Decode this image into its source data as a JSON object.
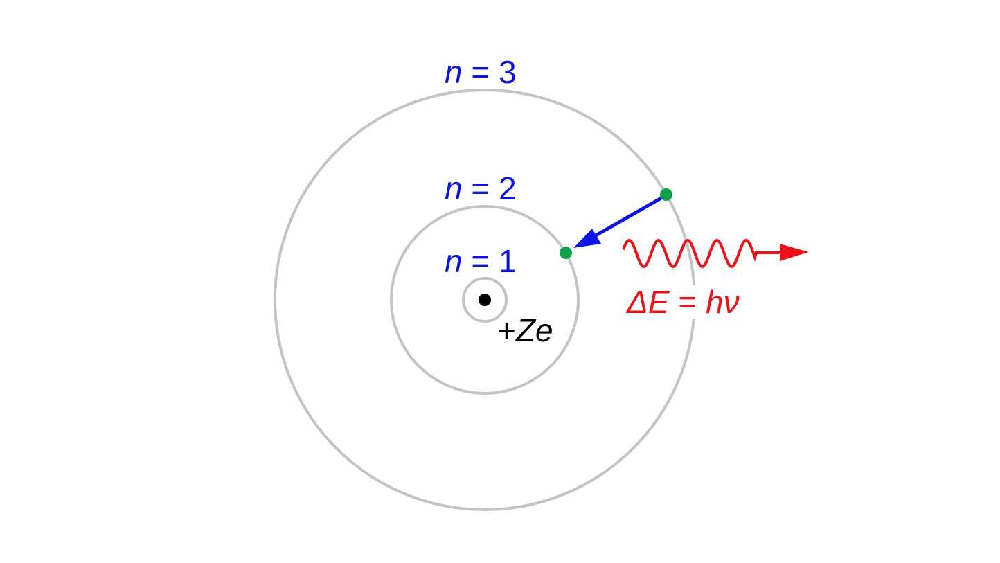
{
  "labels": {
    "n3": {
      "var": "n",
      "rest": " = 3"
    },
    "n2": {
      "var": "n",
      "rest": " = 2"
    },
    "n1": {
      "var": "n",
      "rest": " = 1"
    },
    "nucleus": {
      "sign": "+",
      "var": "Ze"
    },
    "energy": {
      "delta": "Δ",
      "E": "E",
      "eq": " = ",
      "hv": "hν"
    }
  },
  "colors": {
    "orbit": "#c4c4c4",
    "label": "#0b14d9",
    "electron": "#10a04a",
    "transition_arrow": "#0a12e6",
    "photon": "#e8141a",
    "nucleus": "#000000"
  }
}
